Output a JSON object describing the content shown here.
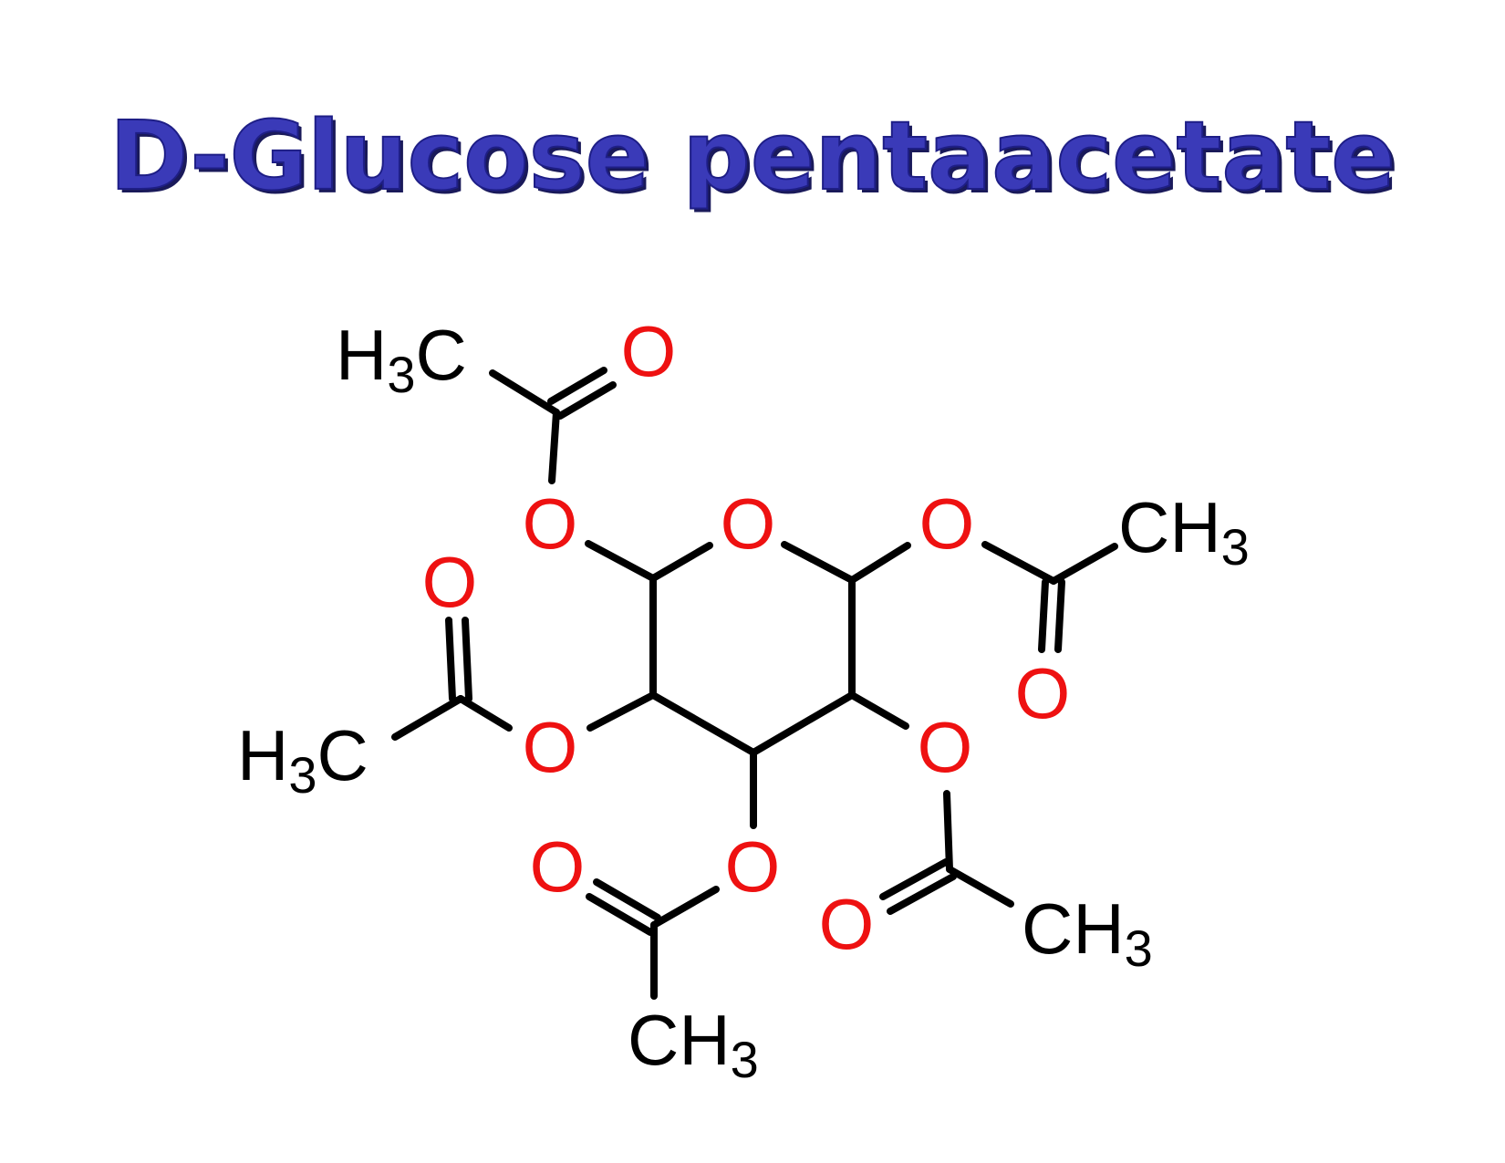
{
  "title": "D-Glucose pentaacetate",
  "colors": {
    "title": "#3a3ab8",
    "oxygen": "#ee1111",
    "carbon": "#000000"
  },
  "atoms": {
    "ring_o": "O",
    "c1_o": "O",
    "c1_carbonyl_o": "O",
    "c1_methyl": "H3C",
    "c2_o": "O",
    "c2_carbonyl_o": "O",
    "c2_methyl": "H3C",
    "c3_o": "O",
    "c3_carbonyl_o": "O",
    "c3_methyl": "CH3",
    "c4_o": "O",
    "c4_carbonyl_o": "O",
    "c4_methyl": "CH3",
    "c5_o": "O",
    "c5_carbonyl_o": "O",
    "c5_methyl": "CH3"
  }
}
